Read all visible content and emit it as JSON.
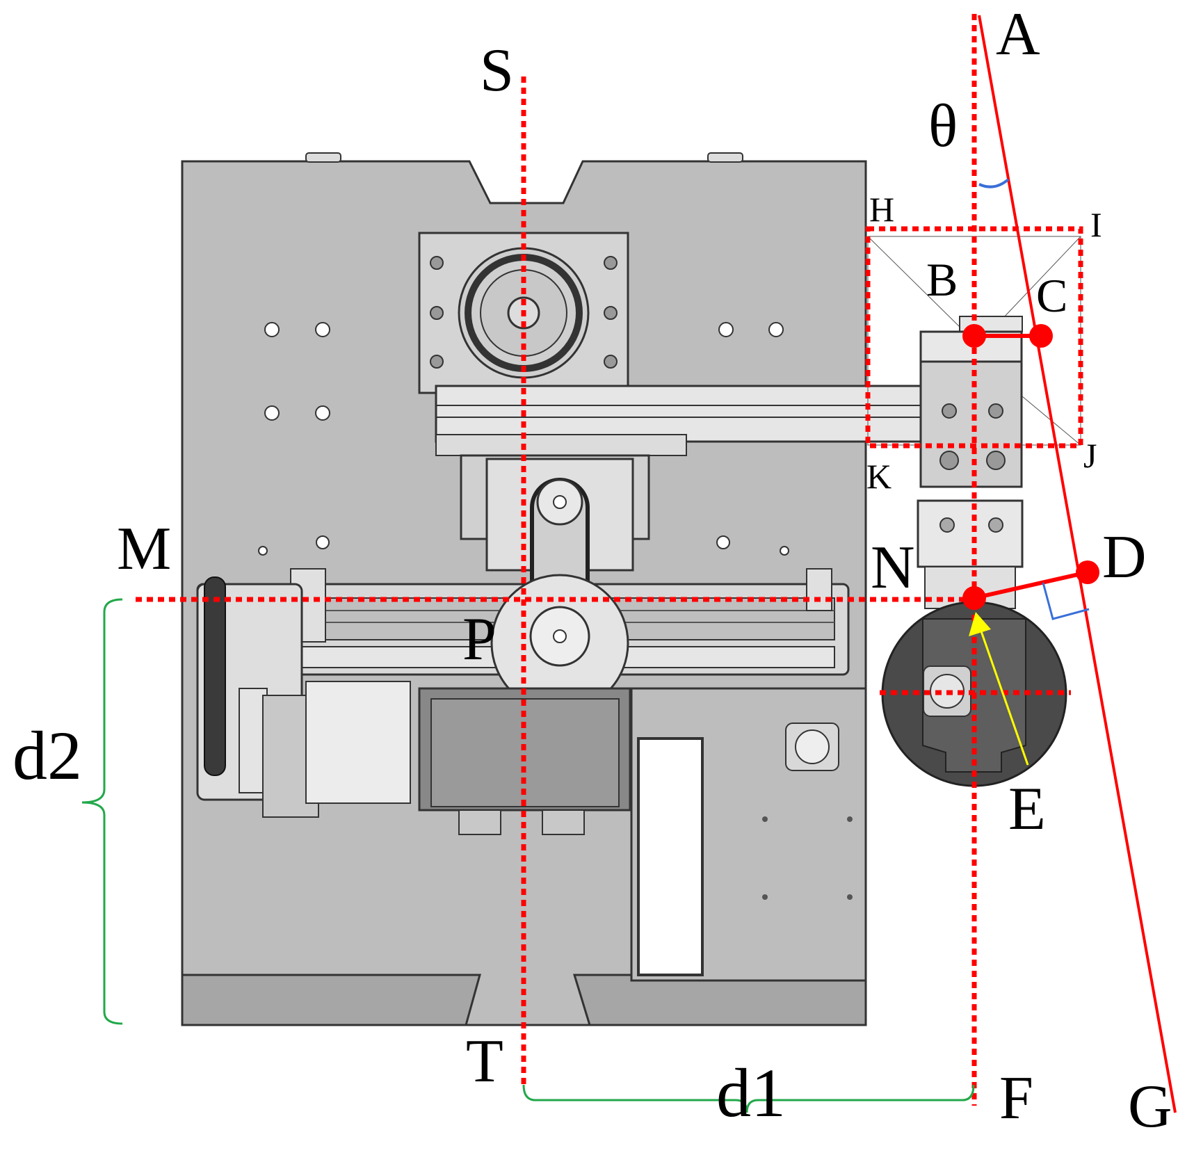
{
  "labels": {
    "A": "A",
    "S": "S",
    "theta": "θ",
    "H": "H",
    "I": "I",
    "B": "B",
    "C": "C",
    "J": "J",
    "K": "K",
    "M": "M",
    "N": "N",
    "D": "D",
    "P": "P",
    "E": "E",
    "T": "T",
    "F": "F",
    "G": "G",
    "d1": "d1",
    "d2": "d2"
  },
  "colors": {
    "red": "#ff0000",
    "green": "#22a84a",
    "yellow": "#ffff00",
    "blue": "#3a6fd8",
    "machine": "#bdbdbd",
    "machine_dark": "#8a8a8a",
    "dark": "#4a4a4a"
  }
}
